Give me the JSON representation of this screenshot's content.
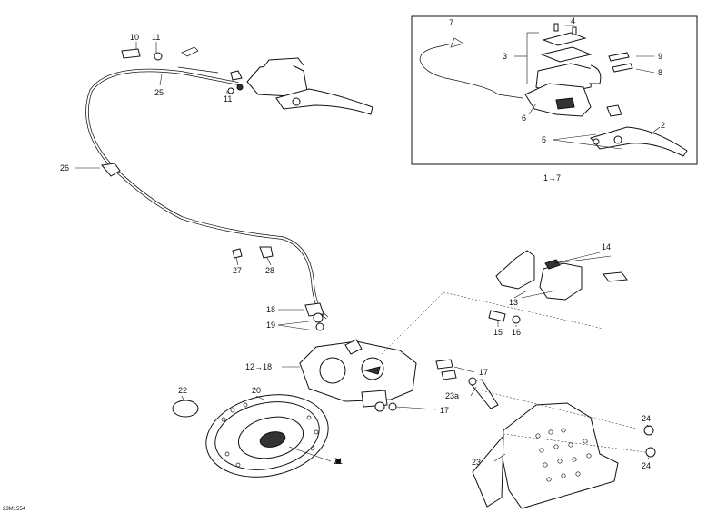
{
  "labels": {
    "l2": "2",
    "l3": "3",
    "l4": "4",
    "l5": "5",
    "l6": "6",
    "l7a": "7",
    "l1to7": "1→7",
    "l8": "8",
    "l9": "9",
    "l10": "10",
    "l11a": "11",
    "l11b": "11",
    "l12to18": "12→18",
    "l13": "13",
    "l14": "14",
    "l15": "15",
    "l16": "16",
    "l17a": "17",
    "l17b": "17",
    "l18": "18",
    "l19": "19",
    "l20": "20",
    "l21": "21",
    "l22": "22",
    "l23": "23",
    "l23a": "23a",
    "l24a": "24",
    "l24b": "24",
    "l25": "25",
    "l26": "26",
    "l27": "27",
    "l28": "28"
  },
  "drawing_code": "23M1554"
}
